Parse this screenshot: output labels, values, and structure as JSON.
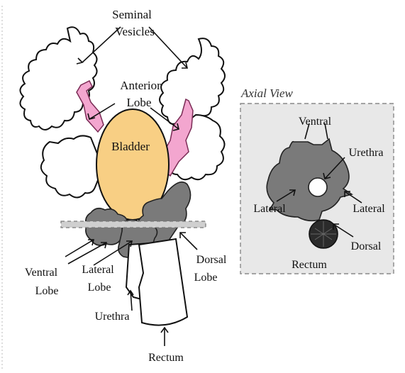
{
  "main_diagram": {
    "labels": {
      "seminal_line1": "Seminal",
      "seminal_line2": "Vesicles",
      "anterior_line1": "Anterior",
      "anterior_line2": "Lobe",
      "bladder": "Bladder",
      "ventral_line1": "Ventral",
      "ventral_line2": "Lobe",
      "lateral_line1": "Lateral",
      "lateral_line2": "Lobe",
      "urethra": "Urethra",
      "dorsal_line1": "Dorsal",
      "dorsal_line2": "Lobe",
      "rectum": "Rectum"
    }
  },
  "axial_view": {
    "title": "Axial View",
    "labels": {
      "ventral": "Ventral",
      "urethra": "Urethra",
      "lateral_left": "Lateral",
      "lateral_right": "Lateral",
      "dorsal": "Dorsal",
      "rectum": "Rectum"
    }
  },
  "colors": {
    "bladder": "#f8cf84",
    "anterior_lobe": "#f3a6cf",
    "gland": "#7a7a7a",
    "axial_panel": "#e8e8e8"
  }
}
